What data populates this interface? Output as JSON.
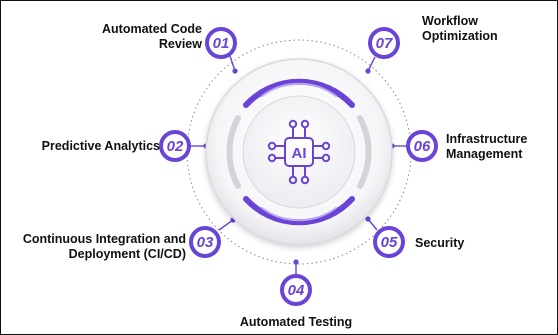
{
  "colors": {
    "accent": "#6a44d6",
    "accent_light": "#b9a8ef",
    "ring_gray": "#d6d6dc",
    "dot": "#6a44d6"
  },
  "center": {
    "icon": "ai-chip-icon",
    "text": "AI"
  },
  "items": [
    {
      "num": "01",
      "label": "Automated Code\nReview"
    },
    {
      "num": "02",
      "label": "Predictive Analytics"
    },
    {
      "num": "03",
      "label": "Continuous Integration and\nDeployment (CI/CD)"
    },
    {
      "num": "04",
      "label": "Automated Testing"
    },
    {
      "num": "05",
      "label": "Security"
    },
    {
      "num": "06",
      "label": "Infrastructure\nManagement"
    },
    {
      "num": "07",
      "label": "Workflow\nOptimization"
    }
  ]
}
